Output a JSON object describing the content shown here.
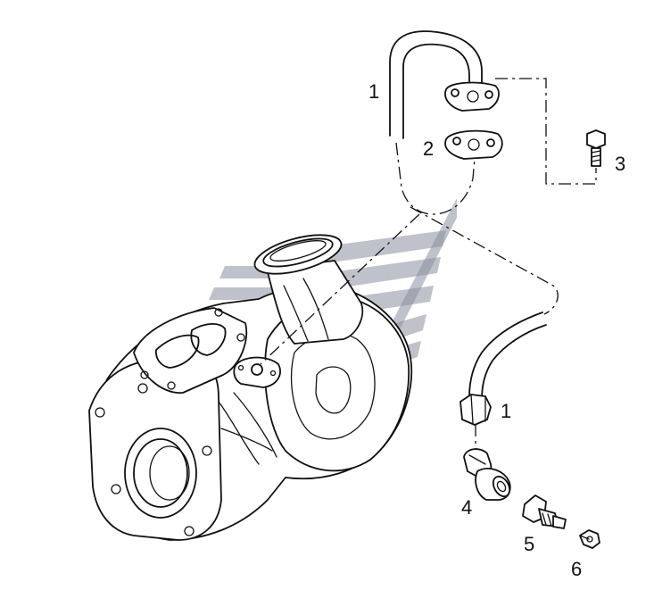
{
  "callouts": [
    {
      "id": "c1a",
      "label": "1",
      "part": "oil-pipe"
    },
    {
      "id": "c2",
      "label": "2",
      "part": "gasket"
    },
    {
      "id": "c3",
      "label": "3",
      "part": "bolt"
    },
    {
      "id": "c1b",
      "label": "1",
      "part": "oil-pipe"
    },
    {
      "id": "c4",
      "label": "4",
      "part": "elbow-fitting"
    },
    {
      "id": "c5",
      "label": "5",
      "part": "adapter-fitting"
    },
    {
      "id": "c6",
      "label": "6",
      "part": "nut"
    }
  ],
  "colors": {
    "line": "#111111",
    "background": "#ffffff",
    "watermark": "#8a8f9e"
  }
}
